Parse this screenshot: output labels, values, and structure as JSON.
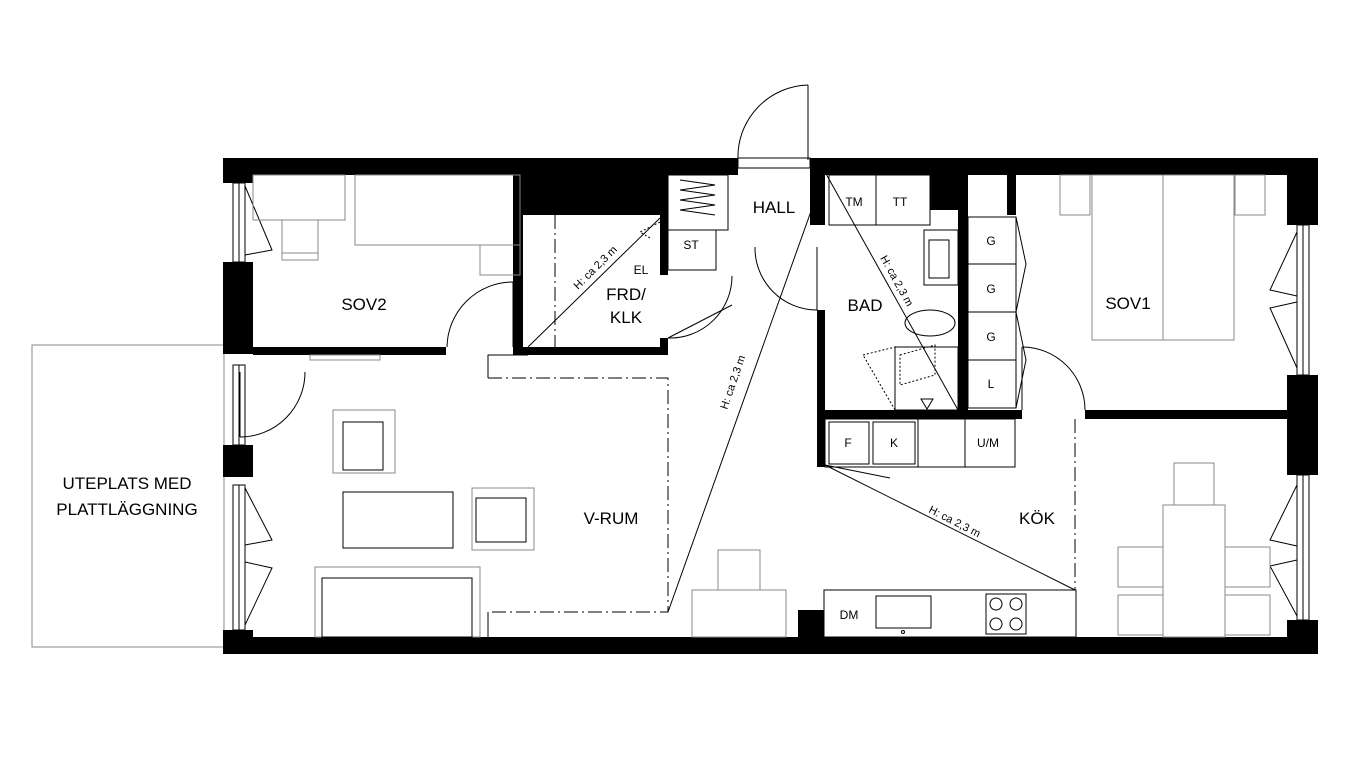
{
  "rooms": {
    "sov2": "SOV2",
    "frd_klk_line1": "FRD/",
    "frd_klk_line2": "KLK",
    "hall": "HALL",
    "bad": "BAD",
    "sov1": "SOV1",
    "vrum": "V-RUM",
    "kok": "KÖK",
    "uteplats_line1": "UTEPLATS MED",
    "uteplats_line2": "PLATTLÄGGNING"
  },
  "fixtures": {
    "tm": "TM",
    "tt": "TT",
    "st": "ST",
    "el": "EL",
    "g1": "G",
    "g2": "G",
    "g3": "G",
    "l": "L",
    "f": "F",
    "k": "K",
    "um": "U/M",
    "dm": "DM"
  },
  "heights": {
    "frd": "H: ca 2,3 m",
    "bad": "H: ca 2,3 m",
    "vrum": "H: ca 2,3 m",
    "kok": "H: ca 2,3 m"
  }
}
